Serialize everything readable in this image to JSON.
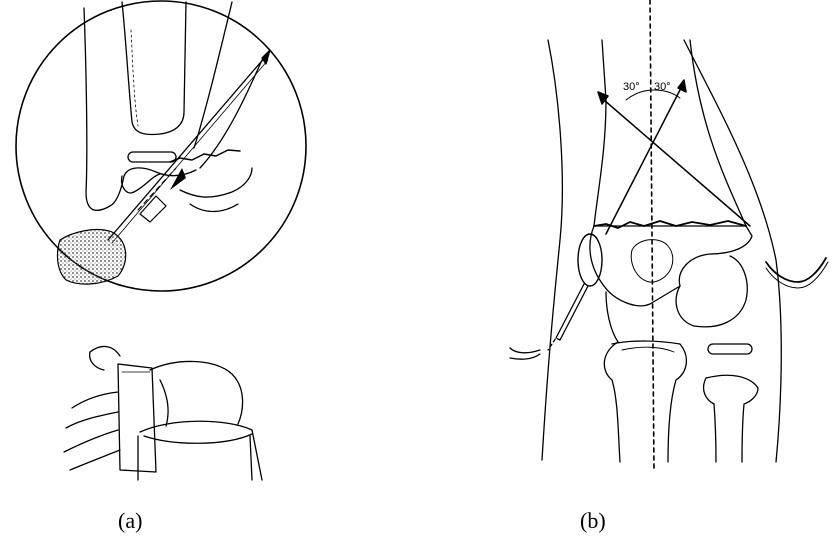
{
  "figure": {
    "panel_a_label": "(a)",
    "panel_b_label": "(b)",
    "angle_left": "30°",
    "angle_right": "30°"
  },
  "colors": {
    "ink": "#000000",
    "background": "#ffffff",
    "shade": "#9a9a9a"
  }
}
